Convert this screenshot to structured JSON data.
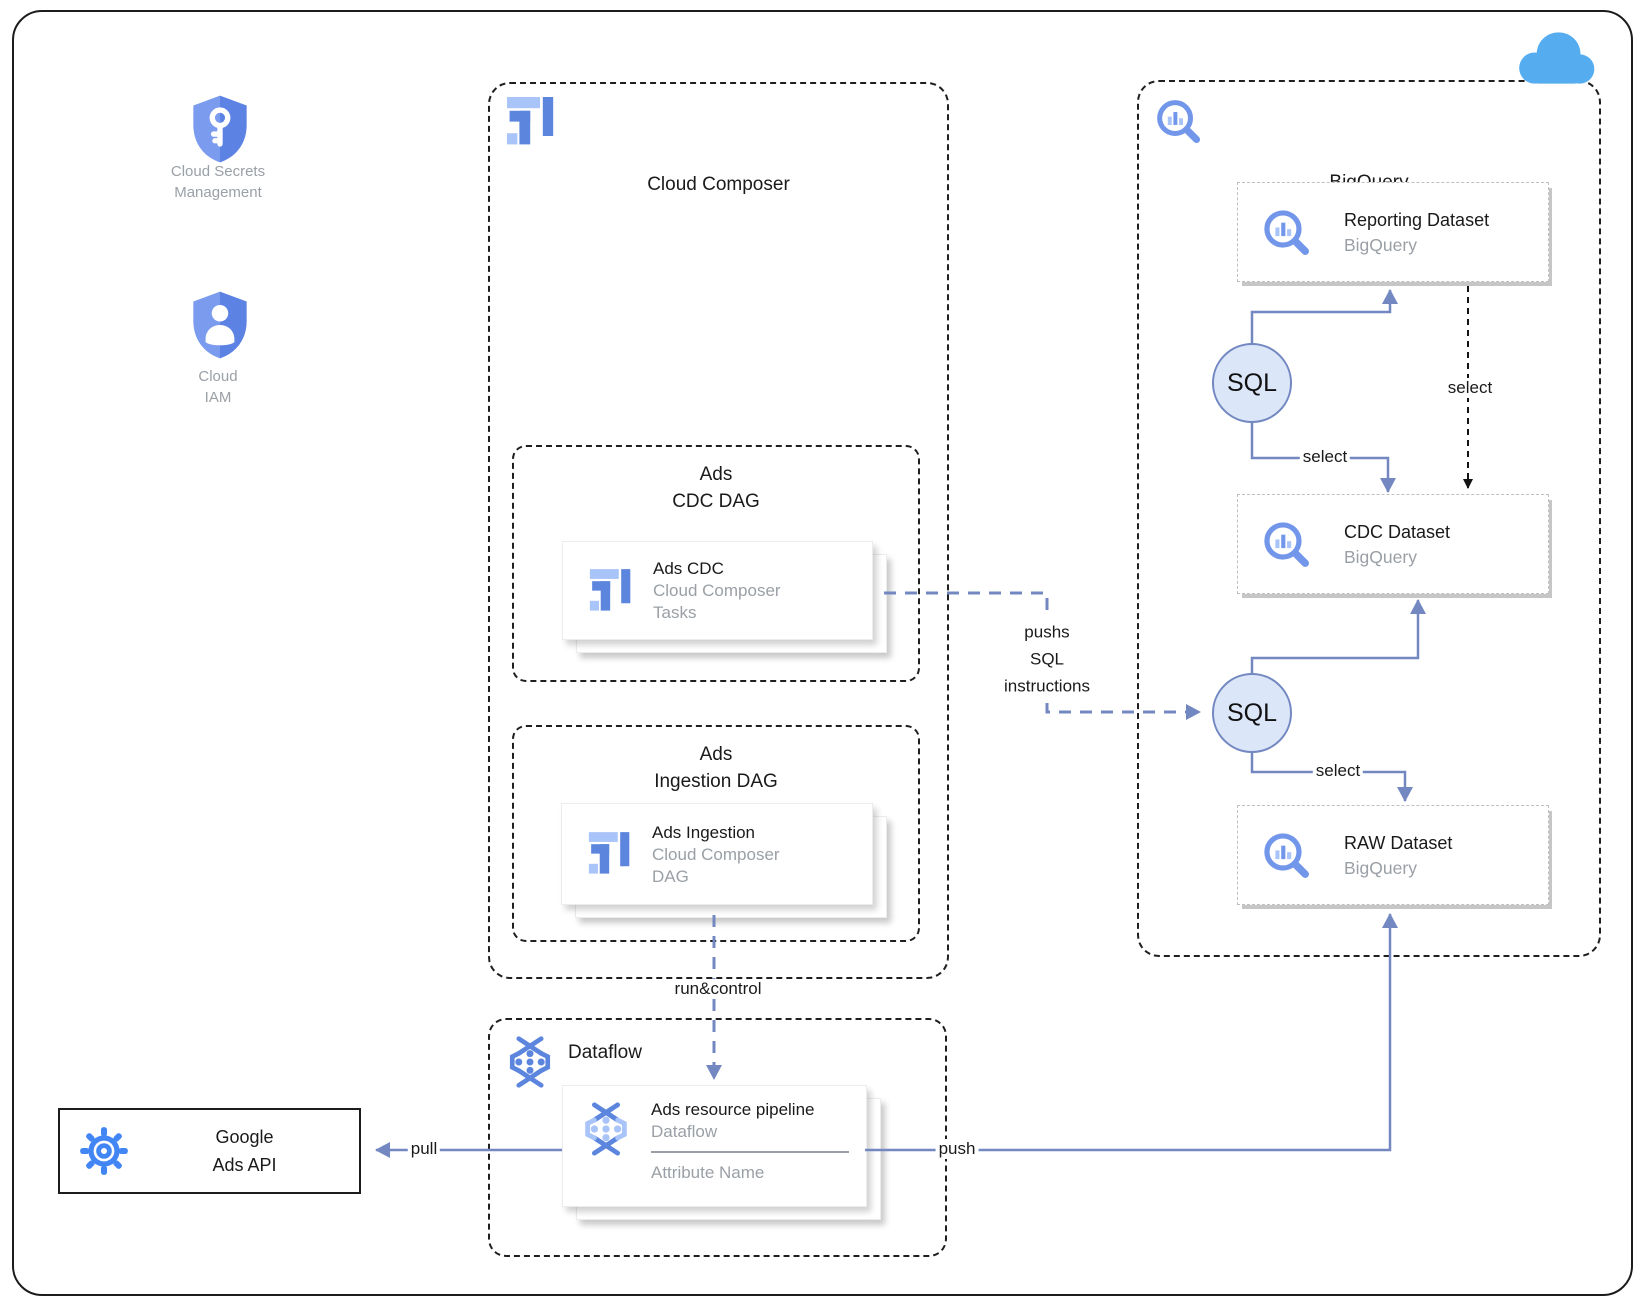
{
  "colors": {
    "icon_blue": "#5C85DE",
    "icon_blue_light": "#A9C4F8",
    "connector_blue": "#7388C1",
    "sql_node_fill": "#DBE6F9",
    "sql_node_border": "#6C8EBF",
    "cloud_blue": "#55ACEE",
    "gray_text": "#9AA0A6",
    "api_icon_blue": "#4285F4"
  },
  "standalone": {
    "secrets": {
      "label1": "Cloud Secrets",
      "label2": "Management"
    },
    "iam": {
      "label1": "Cloud",
      "label2": "IAM"
    }
  },
  "composer": {
    "title": "Cloud Composer",
    "cdc_group": {
      "title1": "Ads",
      "title2": "CDC DAG",
      "card": {
        "title": "Ads CDC",
        "sub1": "Cloud Composer",
        "sub2": "Tasks"
      }
    },
    "ingestion_group": {
      "title1": "Ads",
      "title2": "Ingestion DAG",
      "card": {
        "title": "Ads Ingestion",
        "sub1": "Cloud Composer",
        "sub2": "DAG"
      }
    }
  },
  "bigquery": {
    "title": "BigQuery",
    "reporting_card": {
      "title": "Reporting Dataset",
      "subtitle": "BigQuery"
    },
    "cdc_card": {
      "title": "CDC Dataset",
      "subtitle": "BigQuery"
    },
    "raw_card": {
      "title": "RAW Dataset",
      "subtitle": "BigQuery"
    },
    "sql_nodes": [
      "SQL",
      "SQL"
    ]
  },
  "dataflow": {
    "title": "Dataflow",
    "card": {
      "title": "Ads resource pipeline",
      "subtitle": "Dataflow",
      "attribute": "Attribute Name"
    }
  },
  "ads_api": {
    "line1": "Google",
    "line2": "Ads API"
  },
  "edge_labels": {
    "select": "select",
    "push": "push",
    "pull": "pull",
    "run_control": "run&control",
    "pushs_line1": "pushs",
    "pushs_line2": "SQL",
    "pushs_line3": "instructions"
  }
}
